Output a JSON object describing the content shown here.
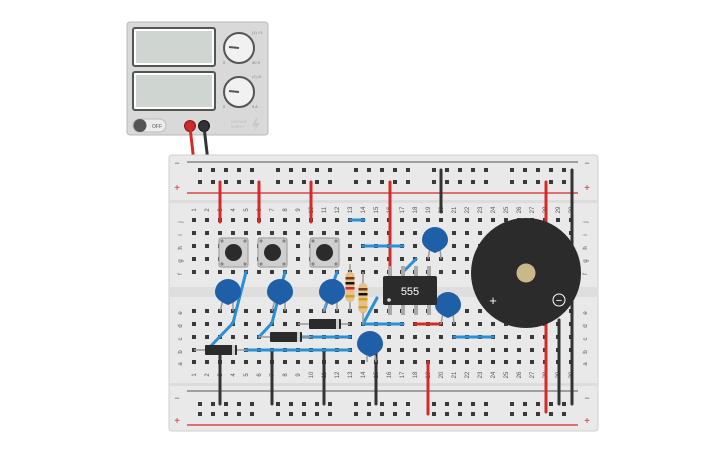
{
  "power_supply": {
    "off_label": "OFF",
    "knob_markers": [
      "0",
      "30 V",
      "0",
      "5 A"
    ],
    "channel_labels": [
      "(1) V1",
      "(2) I0"
    ],
    "brand_text": [
      "VOLTAGE",
      "SUPPLY"
    ]
  },
  "breadboard": {
    "columns": [
      "1",
      "2",
      "3",
      "4",
      "5",
      "6",
      "7",
      "8",
      "9",
      "10",
      "11",
      "12",
      "13",
      "14",
      "15",
      "16",
      "17",
      "18",
      "19",
      "20",
      "21",
      "22",
      "23",
      "24",
      "25",
      "26",
      "27",
      "28",
      "29",
      "30"
    ],
    "rows_top": [
      "j",
      "i",
      "h",
      "g",
      "f"
    ],
    "rows_bottom": [
      "e",
      "d",
      "c",
      "b",
      "a"
    ],
    "rail_minus": "−",
    "rail_plus": "+"
  },
  "components": {
    "ic_label": "555",
    "buzzer_plus": "+",
    "buzzer_minus": "−"
  },
  "colors": {
    "wire_red": "#d42a2a",
    "wire_black": "#333333",
    "wire_blue": "#2a8fd4",
    "capacitor_blue": "#1f5fa8",
    "rail_red": "#d42a2a",
    "board": "#e9e9e9"
  }
}
